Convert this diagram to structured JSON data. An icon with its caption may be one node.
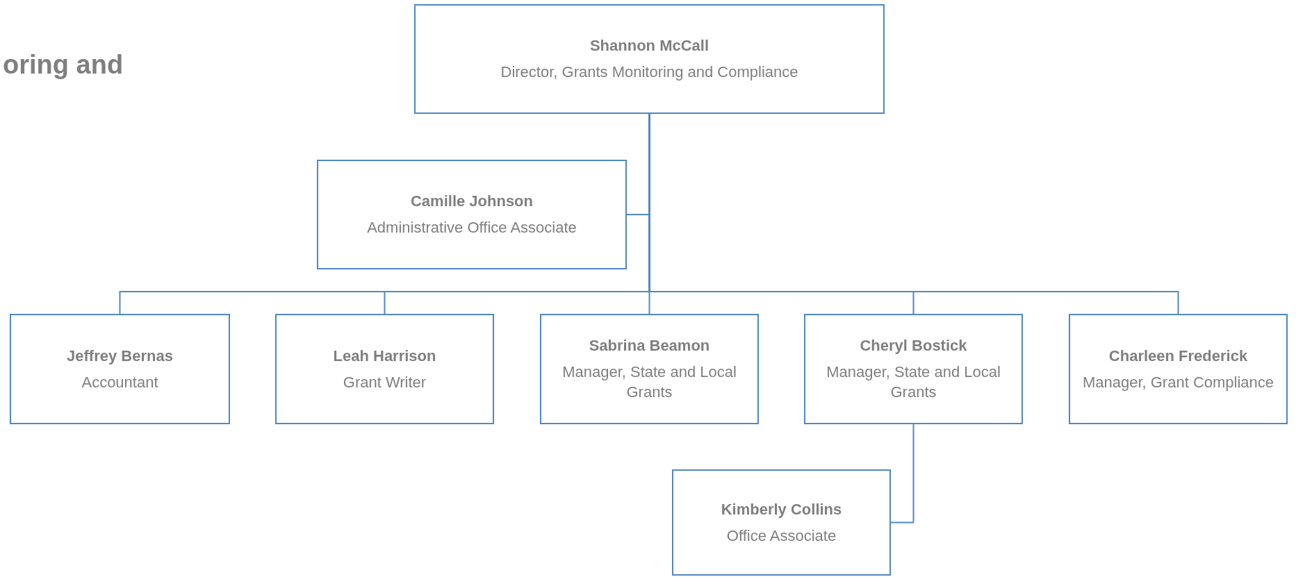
{
  "diagram": {
    "nodes": [
      {
        "text": [
          "Shannon McCall",
          "Director, Grants Monitoring and Compliance"
        ]
      },
      {
        "text": [
          "Camille Johnson",
          "Administrative Office Associate"
        ]
      },
      {
        "text": [
          "Jeffrey Bernas",
          "Accountant"
        ]
      },
      {
        "text": [
          "Leah Harrison",
          "Grant Writer"
        ]
      },
      {
        "text": [
          "Sabrina Beamon",
          "Manager, State and Local Grants"
        ]
      },
      {
        "text": [
          "Cheryl Bostick",
          "Manager, State and Local Grants"
        ]
      },
      {
        "text": [
          "Charleen Frederick",
          "Manager, Grant Compliance"
        ]
      },
      {
        "text": [
          "Kimberly Collins",
          "Office Associate"
        ]
      }
    ],
    "edges": [
      {
        "from": 0,
        "to": 1,
        "arrow": "none"
      },
      {
        "from": 0,
        "to": 2,
        "arrow": "none"
      },
      {
        "from": 0,
        "to": 3,
        "arrow": "none"
      },
      {
        "from": 0,
        "to": 4,
        "arrow": "none"
      },
      {
        "from": 0,
        "to": 5,
        "arrow": "none"
      },
      {
        "from": 0,
        "to": 6,
        "arrow": "none"
      },
      {
        "from": 5,
        "to": 7,
        "arrow": "none"
      }
    ],
    "labels": [
      "oring and"
    ]
  }
}
